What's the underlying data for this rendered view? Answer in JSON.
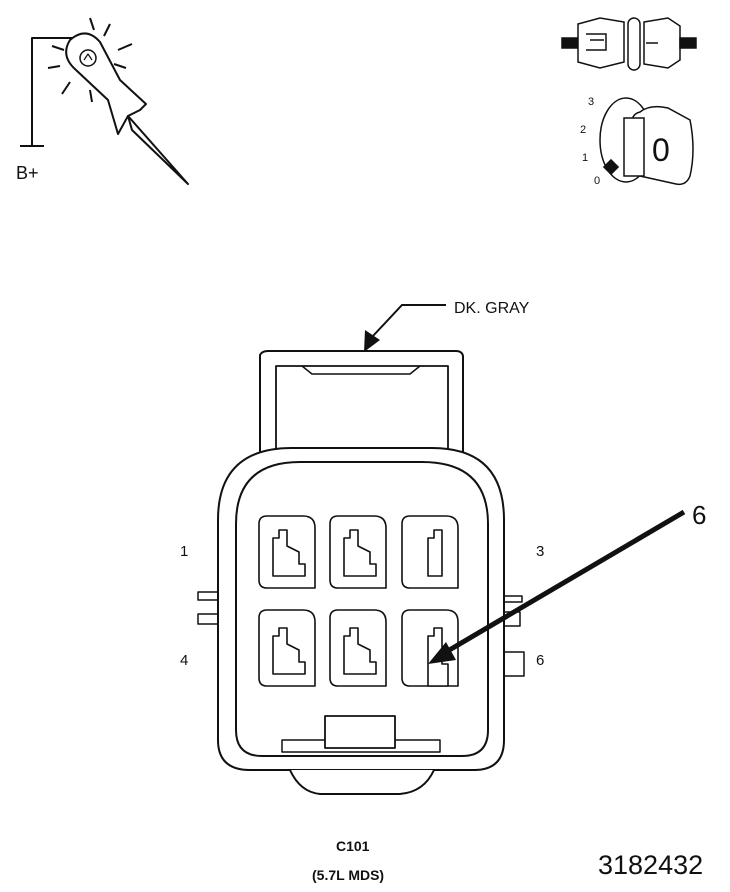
{
  "probe": {
    "label": "B+"
  },
  "ignition": {
    "positions": [
      "3",
      "2",
      "1",
      "0"
    ],
    "key_label": "0"
  },
  "connector": {
    "wire_color_label": "DK. GRAY",
    "pin_labels": {
      "p1": "1",
      "p3": "3",
      "p4": "4",
      "p6": "6"
    },
    "callout_label": "6",
    "name": "C101",
    "variant": "(5.7L MDS)"
  },
  "figure_number": "3182432",
  "colors": {
    "line": "#111111",
    "fill": "#ffffff"
  }
}
